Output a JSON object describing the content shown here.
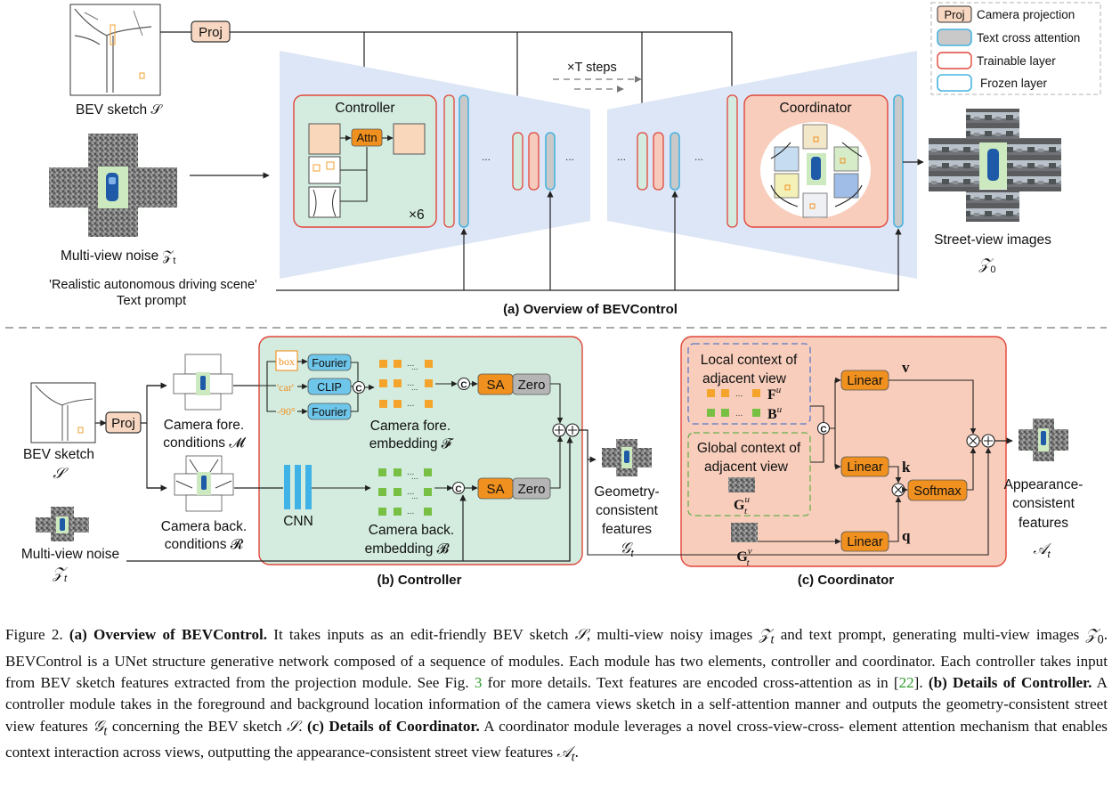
{
  "legend": {
    "proj": "Proj",
    "proj_label": "Camera projection",
    "cross_label": "Text cross attention",
    "trainable_label": "Trainable layer",
    "frozen_label": "Frozen layer"
  },
  "overview": {
    "bev_sketch_label": "BEV sketch 𝒮",
    "noise_label": "Multi-view noise 𝒵",
    "noise_sub": "t",
    "prompt_quote": "'Realistic autonomous driving scene'",
    "prompt_label": "Text prompt",
    "proj": "Proj",
    "controller_title": "Controller",
    "attn": "Attn",
    "times6": "×6",
    "steps": "×T steps",
    "ellipsis": "...",
    "coordinator_title": "Coordinator",
    "street_label": "Street-view images",
    "street_sym": "𝒵",
    "street_sub": "0",
    "caption": "(a) Overview of BEVControl"
  },
  "controller": {
    "bev_label": "BEV sketch",
    "bev_sym": "𝒮",
    "proj": "Proj",
    "fore_label_1": "Camera fore.",
    "fore_label_2": "conditions 𝓜",
    "back_label_1": "Camera back.",
    "back_label_2": "conditions 𝓡",
    "noise_label": "Multi-view noise",
    "noise_sym": "𝒵",
    "noise_sub": "t",
    "box": "box",
    "car": "'car'",
    "angle": "-90°",
    "fourier": "Fourier",
    "clip": "CLIP",
    "concat": "C",
    "sa": "SA",
    "zero": "Zero",
    "cnn": "CNN",
    "fore_embed_1": "Camera fore.",
    "fore_embed_2": "embedding 𝓕",
    "back_embed_1": "Camera back.",
    "back_embed_2": "embedding 𝓑",
    "geo_1": "Geometry-",
    "geo_2": "consistent",
    "geo_3": "features",
    "geo_sym": "𝒢",
    "geo_sub": "t",
    "dots": "...",
    "caption": "(b) Controller"
  },
  "coordinator": {
    "local_1": "Local context of",
    "local_2": "adjacent view",
    "global_1": "Global context of",
    "global_2": "adjacent view",
    "fu": "F",
    "bu": "B",
    "u": "u",
    "gu": "G",
    "gv": "G",
    "t": "t",
    "v_sup": "v",
    "linear": "Linear",
    "v": "v",
    "k": "k",
    "q": "q",
    "softmax": "Softmax",
    "concat": "C",
    "app_1": "Appearance-",
    "app_2": "consistent",
    "app_3": "features",
    "app_sym": "𝒜",
    "app_sub": "t",
    "caption": "(c) Coordinator"
  },
  "caption": {
    "fig": "Figure 2.",
    "a_head": "(a) Overview of BEVControl.",
    "a_text_1": "It takes inputs as an edit-friendly BEV sketch",
    "s": "𝒮",
    "a_text_2": ", multi-view noisy images",
    "zt": "𝒵",
    "t": "t",
    "a_text_3": "and text prompt,",
    "line2_a": "generating multi-view images",
    "z0": "𝒵",
    "zero": "0",
    "line2_b": ". BEVControl is a UNet structure generative network composed of a sequence of modules. Each module",
    "line3": "has two elements, controller and coordinator. Each controller takes input from BEV sketch features extracted from the projection module.",
    "line4_a": "See Fig.",
    "ref_fig": "3",
    "line4_b": "for more details. Text features are encoded cross-attention as in [",
    "ref_cite": "22",
    "line4_c": "].",
    "b_head": "(b) Details of Controller.",
    "line4_d": "A controller module takes in the",
    "line5": "foreground and background location information of the camera views sketch in a self-attention manner and outputs the geometry-consistent",
    "line6_a": "street view features",
    "gt": "𝒢",
    "line6_b": "concerning the BEV sketch",
    "line6_c": ".",
    "c_head": "(c) Details of Coordinator.",
    "line6_d": "A coordinator module leverages a novel cross-view-cross-",
    "line7_a": "element attention mechanism that enables context interaction across views, outputting the appearance-consistent street view features",
    "at": "𝒜",
    "line7_b": "."
  }
}
